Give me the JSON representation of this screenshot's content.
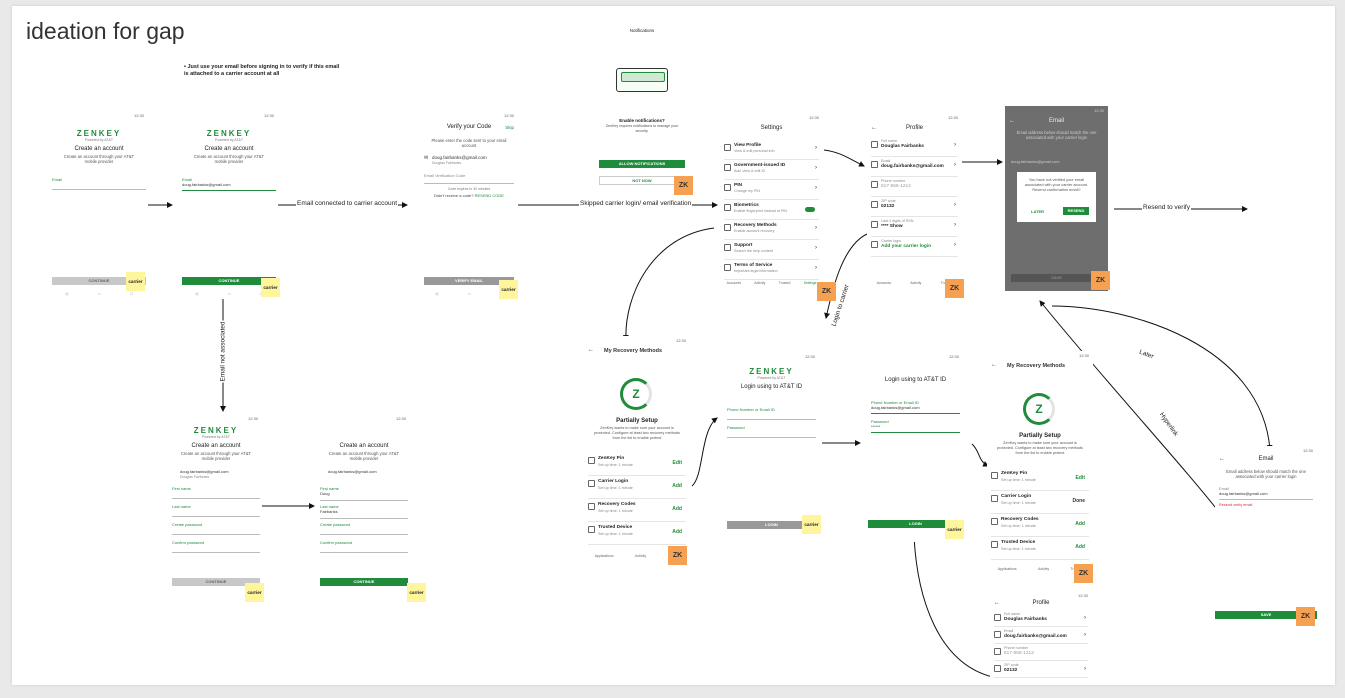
{
  "board_title": "ideation for gap",
  "top_note": "Just use your email before signing in to verify if this email is attached to a carrier account at all",
  "status_time": "12:30",
  "brand": {
    "logo": "ZENKEY",
    "powered_by": "Powered by AT&T"
  },
  "create_account": {
    "title": "Create an account",
    "subtitle": "Create an account through your AT&T mobile provider",
    "email_label": "Email",
    "email_value": "doug.fairbanks@gmail.com",
    "continue": "CONTINUE",
    "email_chip": "doug.fairbanks@gmail.com",
    "email_chip_sub": "Douglas Fairbanks",
    "first_name": "First name",
    "last_name": "Last name",
    "create_password": "Create password",
    "confirm_password": "Confirm password",
    "first_value": "Doug",
    "last_value": "Fairbanks"
  },
  "verify": {
    "title": "Verify your Code",
    "skip": "Skip",
    "body": "Please enter the code sent to your email account",
    "email": "doug.fairbanks@gmail.com",
    "email_sub": "Douglas Fairbanks",
    "code_label": "Email Verification Code",
    "expires": "Code expires in 30 minutes",
    "resend_prompt": "Didn't receive a code?",
    "resend_link": "RESEND CODE",
    "button": "VERIFY EMAIL"
  },
  "notifications": {
    "header": "Notifications",
    "title": "Enable notifications?",
    "body": "ZenKey requires notifications to manage your security.",
    "allow": "ALLOW NOTIFICATIONS",
    "not_now": "NOT NOW"
  },
  "settings": {
    "title": "Settings",
    "items": [
      {
        "t": "View Profile",
        "d": "View & edit personal info"
      },
      {
        "t": "Government-issued ID",
        "d": "Add, view & edit ID"
      },
      {
        "t": "PIN",
        "d": "Change my PIN"
      },
      {
        "t": "Biometrics",
        "d": "Enable fingerprint instead of PIN"
      },
      {
        "t": "Recovery Methods",
        "d": "Enable account recovery"
      },
      {
        "t": "Support",
        "d": "Search the help content"
      },
      {
        "t": "Terms of Service",
        "d": "Important legal information"
      }
    ]
  },
  "profile": {
    "title": "Profile",
    "items": [
      {
        "l": "Full name",
        "v": "Douglas Fairbanks"
      },
      {
        "l": "Email",
        "v": "doug.fairbanks@gmail.com"
      },
      {
        "l": "Phone number",
        "v": "617-555-1212"
      },
      {
        "l": "ZIP code",
        "v": "02132"
      },
      {
        "l": "Last 4 digits of SSN",
        "v": "**** Show"
      },
      {
        "l": "Carrier login",
        "v": "Add your carrier login"
      }
    ]
  },
  "email_screen": {
    "title": "Email",
    "body": "Email address below should match the one associated with your carrier login",
    "label": "Email",
    "value": "doug.fairbanks@gmail.com",
    "dialog": "You have not verified your email associated with your carrier account. Resend confirmation email?",
    "later": "LATER",
    "resend": "RESEND",
    "save": "SAVE",
    "error": "Resend verify email"
  },
  "recovery": {
    "title": "My Recovery Methods",
    "status": "Partially Setup",
    "body": "ZenKey wants to make sure your account is protected. Configure at least two recovery methods from the list to enable protect",
    "items": [
      {
        "t": "ZenKey Pin",
        "d": "Set up time: 1 minute",
        "a": "Edit"
      },
      {
        "t": "Carrier Login",
        "d": "Set up time: 1 minute",
        "a": "Add"
      },
      {
        "t": "Recovery Codes",
        "d": "Set up time: 1 minute",
        "a": "Add"
      },
      {
        "t": "Trusted Device",
        "d": "Set up time: 1 minute",
        "a": "Add"
      }
    ],
    "done": "Done"
  },
  "att_login": {
    "title": "Login using to AT&T ID",
    "id_label": "Phone Number or Email ID",
    "id_value": "doug.fairbanks@gmail.com",
    "pw_label": "Password",
    "pw_value": "******",
    "button": "LOGIN"
  },
  "nav": [
    "Accounts",
    "Activity",
    "Trusted",
    "Settings"
  ],
  "nav_short": [
    "Applications",
    "Activity",
    "Trusted"
  ],
  "sticky_carrier": "carrier",
  "sticky_zk": "ZK",
  "labels": {
    "email_connected": "Email connected to carrier account",
    "skipped": "Skipped carrier login/ email verification",
    "not_associated": "Email not associated",
    "login_to_carrier": "Login to carrier",
    "resend_to_verify": "Resend to verify",
    "later": "Later",
    "hyperlink": "Hyperlink"
  }
}
